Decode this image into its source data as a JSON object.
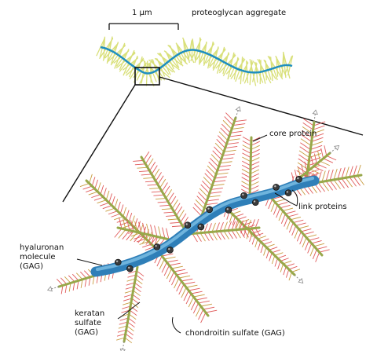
{
  "scale_bar": {
    "label": "1 µm"
  },
  "labels": {
    "aggregate": "proteoglycan aggregate",
    "core_protein": "core protein",
    "link_proteins": "link proteins",
    "hyaluronan": "hyaluronan\nmolecule\n(GAG)",
    "keratan": "keratan\nsulfate\n(GAG)",
    "chondroitin": "chondroitin sulfate (GAG)"
  },
  "colors": {
    "aggregate_fuzz": "#d9e07a",
    "aggregate_core": "#1f8fc0",
    "hyaluronan_body": "#2f7fb8",
    "hyaluronan_light": "#7fc2e6",
    "core_protein": "#98a84a",
    "chondroitin": "#e05a5a",
    "keratan": "#c89c40",
    "link_protein": "#3b3b3b",
    "lines": "#111111"
  }
}
